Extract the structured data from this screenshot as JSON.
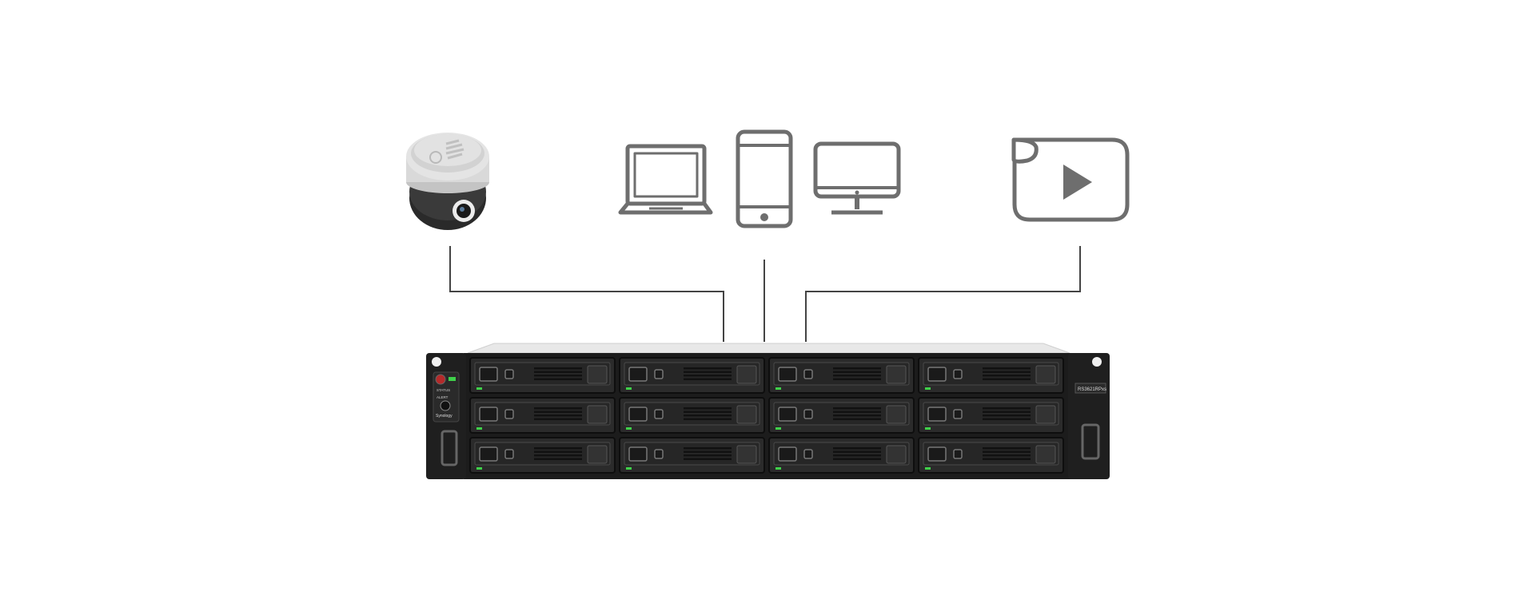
{
  "colors": {
    "background": "#ffffff",
    "icon_stroke": "#6e6e6e",
    "connector": "#444444",
    "chassis": "#1c1c1c",
    "chassis_top": "#e6e6e6",
    "drive_tray": "#2b2b2b",
    "led_green": "#3fd14a"
  },
  "diagram": {
    "sources": [
      {
        "icon": "dome-camera-icon"
      },
      {
        "icon": "laptop-icon"
      },
      {
        "icon": "smartphone-icon"
      },
      {
        "icon": "desktop-monitor-icon"
      },
      {
        "icon": "video-play-icon"
      }
    ],
    "target": {
      "icon": "rackmount-nas-icon",
      "drive_bays": 12,
      "bay_rows": 3,
      "bay_columns": 4
    },
    "nas": {
      "brand_text": "Synology",
      "model_text": "RS3621RPxs",
      "status_labels": [
        "STATUS",
        "ALERT"
      ]
    }
  }
}
